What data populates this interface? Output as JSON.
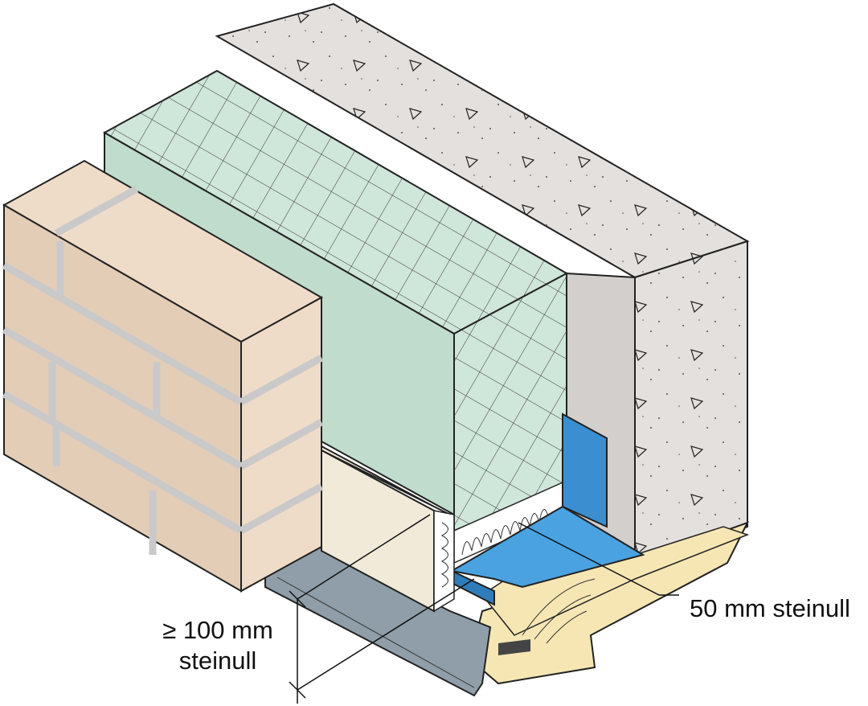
{
  "labels": {
    "left_line1": "≥ 100 mm",
    "left_line2": "steinull",
    "right": "50 mm steinull"
  },
  "colors": {
    "concrete": "#e3e0dd",
    "insulation": "#cfe6da",
    "brick": "#efdcc8",
    "brick_shadow": "#e3cdb7",
    "membrane": "#d3cfcc",
    "blue_flashing": "#3b8fd0",
    "metal_flashing": "#8f9ea8",
    "timber": "#f6e6b4",
    "foam": "#f1ead8"
  }
}
